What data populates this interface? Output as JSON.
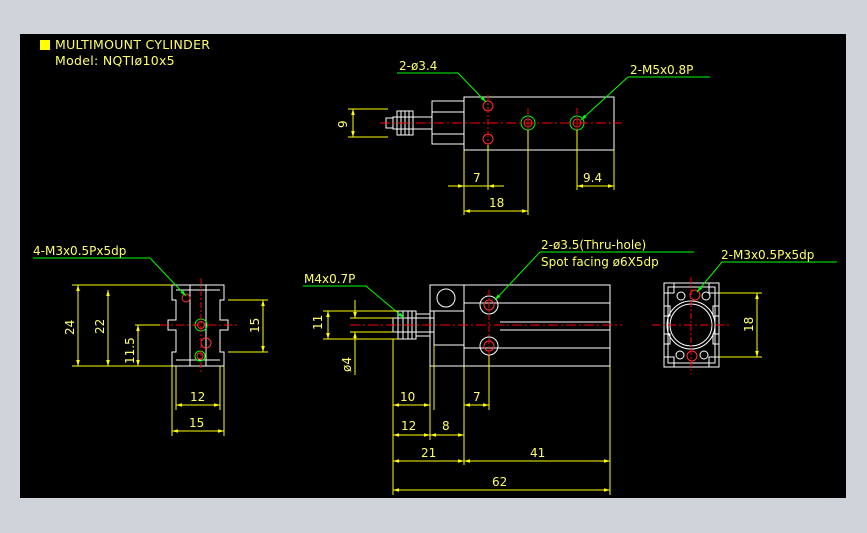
{
  "title": {
    "line1": "MULTIMOUNT CYLINDER",
    "line2": "Model: NQTIø10x5"
  },
  "colors": {
    "background": "#000000",
    "frame": "#cfd3da",
    "outline": "#ffffff",
    "dimension": "#ffff00",
    "centerline": "#ff0000",
    "leader": "#00ff00",
    "hole": "#ff3333"
  },
  "views": {
    "top": {
      "labels": {
        "holes_34": "2-ø3.4",
        "port_thread": "2-M5x0.8P",
        "height_9": "9",
        "dim_7": "7",
        "dim_94": "9.4",
        "dim_18": "18"
      }
    },
    "side_left": {
      "labels": {
        "tapped": "4-M3x0.5Px5dp",
        "dim_24": "24",
        "dim_22": "22",
        "dim_115": "11.5",
        "dim_15v": "15",
        "dim_12": "12",
        "dim_15h": "15"
      }
    },
    "front": {
      "labels": {
        "rod_thread": "M4x0.7P",
        "thru_hole": "2-ø3.5(Thru-hole)",
        "spot_facing": "Spot facing ø6X5dp",
        "dim_11": "11",
        "dim_d4": "ø4",
        "dim_10": "10",
        "dim_7": "7",
        "dim_12": "12",
        "dim_8": "8",
        "dim_21": "21",
        "dim_41": "41",
        "dim_62": "62"
      }
    },
    "end": {
      "labels": {
        "tapped": "2-M3x0.5Px5dp",
        "dim_18": "18"
      }
    }
  }
}
